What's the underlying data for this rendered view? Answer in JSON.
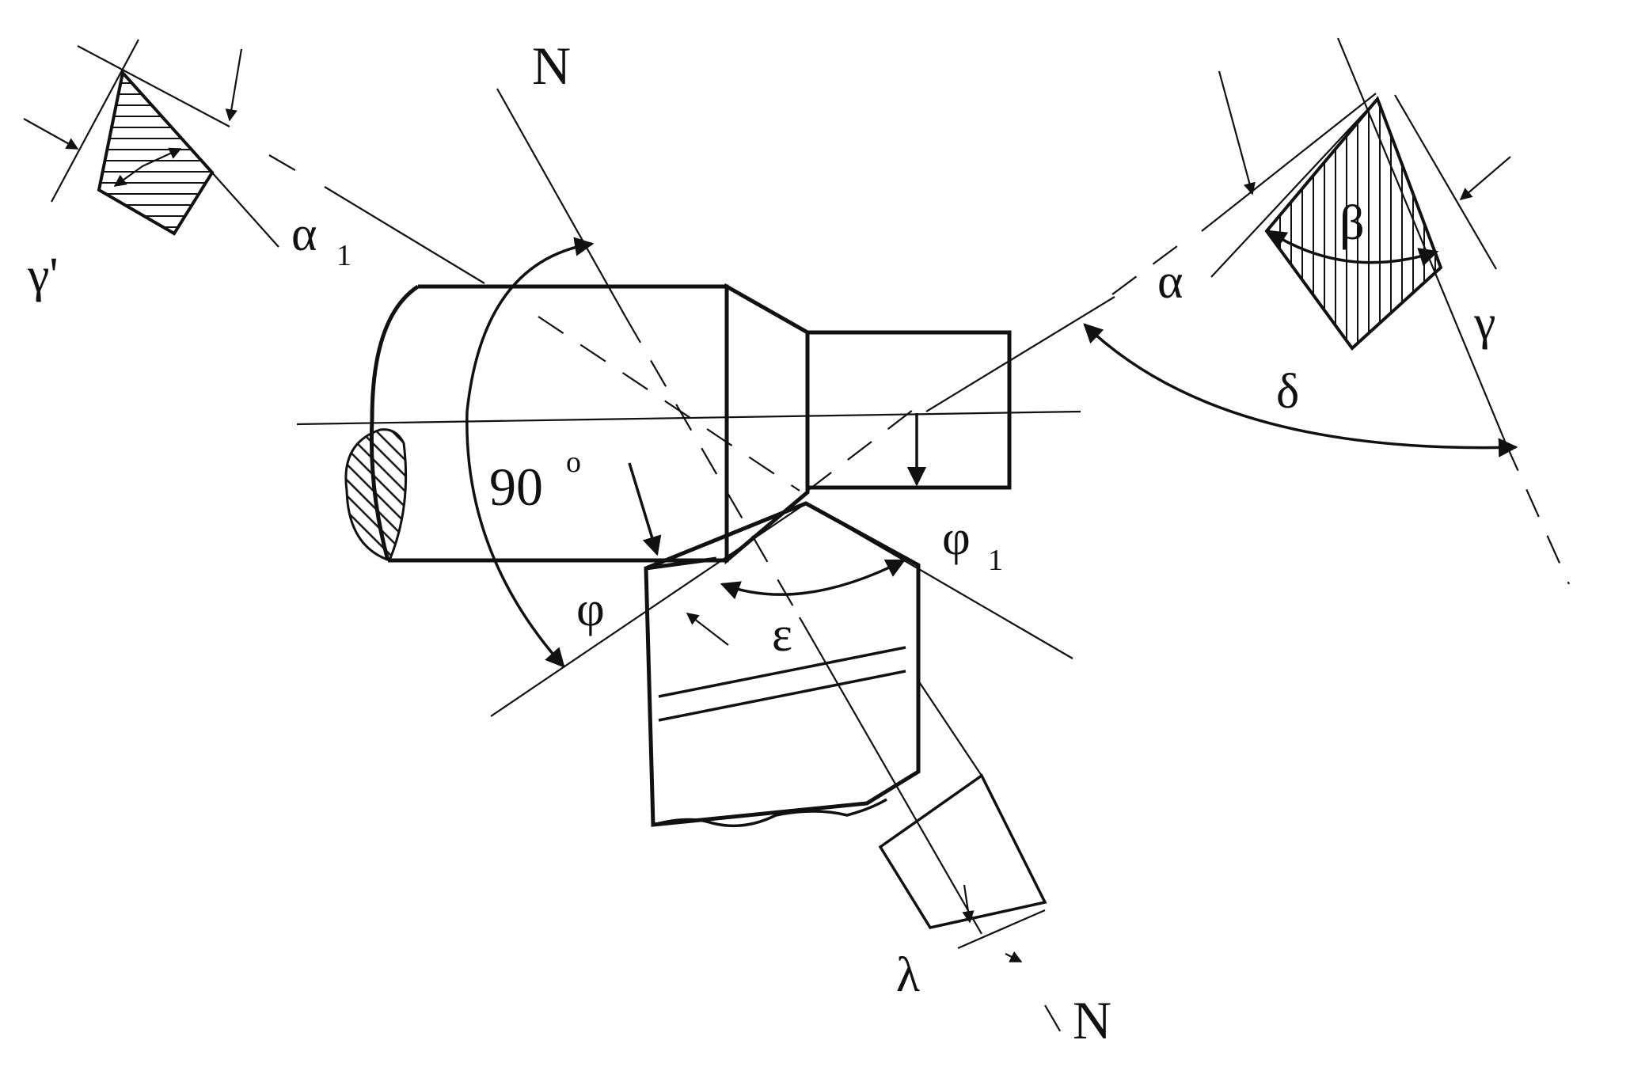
{
  "labels": {
    "normal_top": "N",
    "normal_bottom": "N",
    "right_angle": "90",
    "right_angle_degree": "o",
    "main_cutting_angle": "φ",
    "aux_cutting_angle": "φ",
    "aux_cutting_angle_sub": "1",
    "tip_angle": "ε",
    "inclination_angle": "λ",
    "rake_angle": "γ",
    "aux_rake_angle": "γ'",
    "clearance_angle": "α",
    "aux_clearance_angle": "α",
    "aux_clearance_angle_sub": "1",
    "wedge_angle": "β",
    "cutting_angle": "δ"
  },
  "colors": {
    "ink": "#111111",
    "background": "#ffffff"
  }
}
